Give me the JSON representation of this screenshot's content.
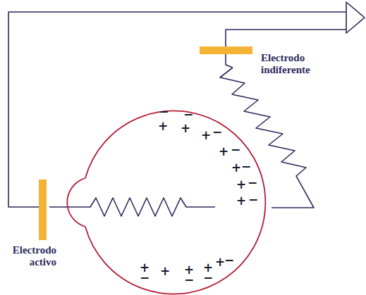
{
  "diagram": {
    "labels": [
      "Electrodo indiferente",
      "Electrodo activo",
      "−",
      "−",
      "+",
      "+",
      "+",
      "−",
      "+",
      "−",
      "+",
      "−",
      "+",
      "−",
      "+",
      "−",
      "+",
      "−",
      "+",
      "+",
      "−",
      "+",
      "−",
      "+",
      "−"
    ]
  }
}
